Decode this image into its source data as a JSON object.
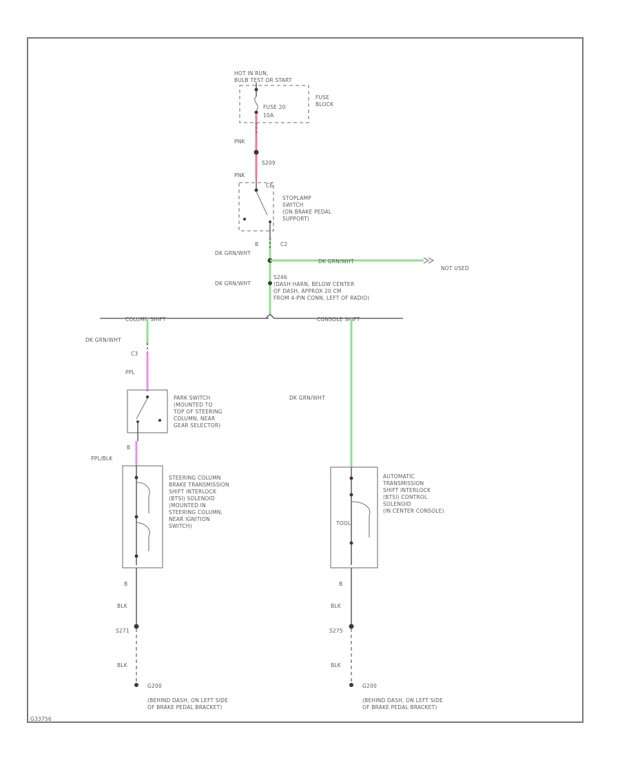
{
  "colors": {
    "pink_wire": "#ee7aa2",
    "magenta_wire": "#e78fe6",
    "green_wire": "#92df92",
    "border": "#777777"
  },
  "fuse": {
    "hot_line1": "HOT IN RUN,",
    "hot_line2": "BULB TEST OR START",
    "name": "FUSE 20",
    "rating": "10A",
    "block_line1": "FUSE",
    "block_line2": "BLOCK"
  },
  "wires": {
    "pnk_1": "PNK",
    "splice_s209": "S209",
    "pnk_2": "PNK",
    "c6": "C6",
    "dk_grn_wht_1": "DK GRN/WHT",
    "c2": "C2",
    "dk_grn_wht_2": "DK GRN/WHT",
    "dk_grn_wht_3": "DK GRN/WHT",
    "not_used": "NOT USED",
    "dk_grn_wht_4": "DK GRN/WHT",
    "c3": "C3",
    "ppl": "PPL",
    "dk_grn_wht_5": "DK GRN/WHT",
    "ppl_blk": "PPL/BLK",
    "blk_1": "BLK",
    "s271": "S271",
    "blk_2": "BLK",
    "blk_3": "BLK",
    "s275": "S275",
    "blk_4": "BLK"
  },
  "stoplamp": {
    "pin_b": "B",
    "line1": "STOPLAMP",
    "line2": "SWITCH",
    "line3": "(ON BRAKE PEDAL",
    "line4": "SUPPORT)"
  },
  "splice_s246": {
    "line1": "S246",
    "line2": "(DASH HARN, BELOW CENTER",
    "line3": "OF DASH, APPROX 20 CM",
    "line4": "FROM 4-PIN CONN, LEFT OF RADIO)"
  },
  "branches": {
    "column_shift": "COLUMN SHIFT",
    "console_shift": "CONSOLE SHIFT"
  },
  "park_switch": {
    "pin_b": "B",
    "line1": "PARK SWITCH",
    "line2": "(MOUNTED TO",
    "line3": "TOP OF STEERING",
    "line4": "COLUMN, NEAR",
    "line5": "GEAR SELECTOR)"
  },
  "column_solenoid": {
    "pin_b": "B",
    "line1": "STEERING COLUMN",
    "line2": "BRAKE TRANSMISSION",
    "line3": "SHIFT INTERLOCK",
    "line4": "(BTSI) SOLENOID",
    "line5": "(MOUNTED IN",
    "line6": "STEERING COLUMN,",
    "line7": "NEAR IGNITION",
    "line8": "SWITCH)"
  },
  "console_solenoid": {
    "pin_b": "B",
    "line1": "AUTOMATIC",
    "line2": "TRANSMISSION",
    "line3": "SHIFT INTERLOCK",
    "line4": "(BTSI) CONTROL",
    "line5": "SOLENOID",
    "line6": "(IN CENTER CONSOLE)",
    "inner_label": "TOOL"
  },
  "grounds": {
    "left": {
      "line1": "G200",
      "line2": "(BEHIND DASH, ON LEFT SIDE",
      "line3": "OF BRAKE PEDAL BRACKET)"
    },
    "right": {
      "line1": "G200",
      "line2": "(BEHIND DASH, ON LEFT SIDE",
      "line3": "OF BRAKE PEDAL BRACKET)"
    }
  },
  "footer": {
    "figure_id": "G33756"
  }
}
